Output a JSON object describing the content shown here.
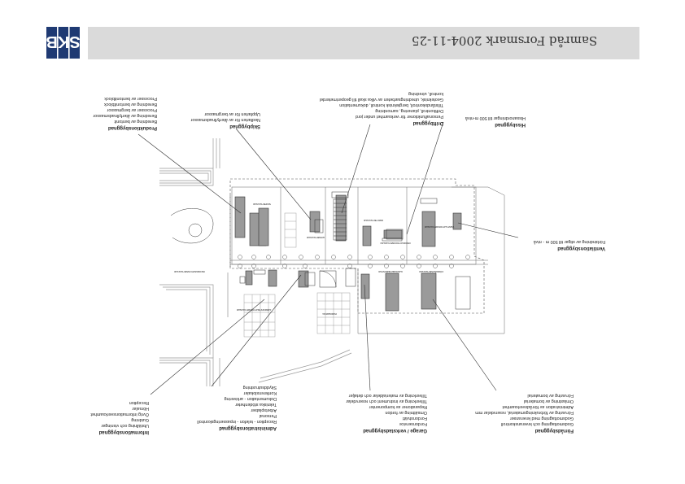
{
  "header": {
    "logo_text": "SKB",
    "title": "Samråd Forsmark 2004-11-25",
    "banner_color": "#dadada",
    "logo_color": "#1f3a73"
  },
  "callouts": {
    "produktion": {
      "title": "Produktionsbyggnad",
      "items": [
        "Beredning av bentonit",
        "Beredning av återfyllnadsmassor",
        "Processer av bergmassor",
        "Beredning av bentonitblock",
        "Processer av bentonitblock"
      ]
    },
    "skip": {
      "title": "Skipbyggnad",
      "items": [
        "Nedfarten för av återfyllnadsmassor",
        "Uppfarten för av bergmassor"
      ]
    },
    "drift": {
      "title": "Driftbyggnad",
      "items": [
        "Personalfunktioner för verksamhet under jord",
        "Driftkontroll, planering, samordning",
        "Tillståndskontroll, bergteknisk kontroll, dokumentation",
        "Geoteknisk, utredningsarbeten av vilka skall till geoperimeterdel",
        "kontroll, utredning"
      ]
    },
    "hiss": {
      "title": "Hissbyggnad",
      "items": [
        "Hissanordningar till 500 m-nivå"
      ]
    },
    "ventilation": {
      "title": "Ventilationsbyggnad",
      "items": [
        "Förbindning av stigar till 500 m - nivå"
      ]
    },
    "information": {
      "title": "Informationsbyggnad",
      "items": [
        "Utställning och visningar",
        "Guidning",
        "Övrig informationsverksamhet",
        "Hörsalar",
        "Reception"
      ]
    },
    "administration": {
      "title": "Administrationsbyggnad",
      "items": [
        "Reception - telefon - inpasseringskontroll",
        "Personal",
        "Arbetsplatser",
        "Tekniska stödenheter",
        "Dokumentation - arkivering",
        "Konferenslokaler",
        "Skyddsutrustning"
      ]
    },
    "garage": {
      "title": "Garage / verkstadsbyggnad",
      "items": [
        "Fordonservice",
        "Fordonstvätt",
        "Omsättning av fordon",
        "Reparationer av komponenter",
        "Tillverkning av instrument och reservdelar",
        "Tillverkning av materialdelar och detaljer"
      ]
    },
    "forrad": {
      "title": "Förrådsbyggnad",
      "items": [
        "Godsmottagning och leveranskontroll",
        "Godsmottagning med leveranser",
        "Förvaring av förbrukningsmaterial, reservdelar mm",
        "Administration av förrådsverksamhet",
        "Omlastning av bomaterial",
        "Förvaring av bomaterial"
      ]
    }
  },
  "site_labels": [
    "ADMINISTRATIONSBYGGNAD",
    "GARAGE/VERKSTAD",
    "FÖRRÅDSBYGGNAD",
    "DRIFTBYGGNAD",
    "SKIPBYGGNAD",
    "HISSBYGGNAD",
    "PRODUKTIONSBYGGNAD",
    "VENTILATIONSBYGGNAD",
    "INFORMATIONSBYGGNAD",
    "PARKERING"
  ]
}
